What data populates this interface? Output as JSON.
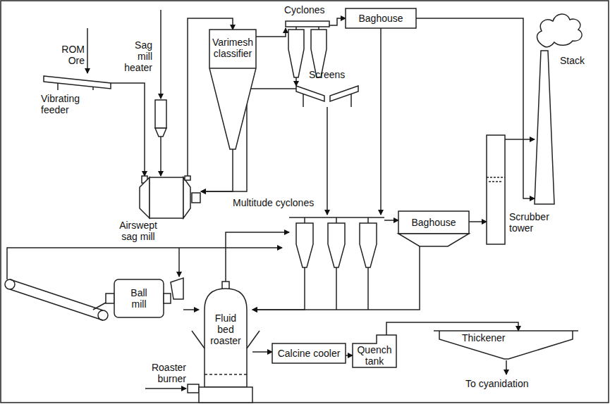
{
  "diagram": {
    "nodes": [
      {
        "text": [
          "Vibrating feeder"
        ]
      },
      {
        "text": [
          "Sag mill heater"
        ]
      },
      {
        "text": [
          "Airswept sag mill"
        ]
      },
      {
        "text": [
          "Varimesh classifier"
        ]
      },
      {
        "text": [
          "Cyclones"
        ]
      },
      {
        "text": [
          "Baghouse"
        ]
      },
      {
        "text": [
          "Stack"
        ]
      },
      {
        "text": [
          "Screens"
        ]
      },
      {
        "text": [
          "Ball mill"
        ]
      },
      {
        "text": [
          "Fluid bed roaster"
        ]
      },
      {
        "text": [
          "Multitude cyclones"
        ]
      },
      {
        "text": [
          "Baghouse"
        ]
      },
      {
        "text": [
          "Scrubber tower"
        ]
      },
      {
        "text": [
          "Calcine cooler"
        ]
      },
      {
        "text": [
          "Quench tank"
        ]
      },
      {
        "text": [
          "Thickener"
        ]
      }
    ],
    "edges": [
      {
        "from": 0,
        "to": 2,
        "arrow": "to"
      },
      {
        "from": 1,
        "to": 2,
        "arrow": "to"
      },
      {
        "from": 2,
        "to": 3,
        "arrow": "to"
      },
      {
        "from": 3,
        "to": 4,
        "arrow": "to"
      },
      {
        "from": 4,
        "to": 5,
        "arrow": "to"
      },
      {
        "from": 5,
        "to": 6,
        "arrow": "to"
      },
      {
        "from": 4,
        "to": 7,
        "arrow": "to"
      },
      {
        "from": 7,
        "to": 2,
        "arrow": "to"
      },
      {
        "from": 3,
        "to": 2,
        "arrow": "to"
      },
      {
        "from": 7,
        "to": 10,
        "arrow": "to"
      },
      {
        "from": 5,
        "to": 10,
        "arrow": "to"
      },
      {
        "from": 9,
        "to": 10,
        "arrow": "to"
      },
      {
        "from": 10,
        "to": 11,
        "arrow": "to"
      },
      {
        "from": 11,
        "to": 12,
        "arrow": "to"
      },
      {
        "from": 12,
        "to": 6,
        "arrow": "to"
      },
      {
        "from": 10,
        "to": 9,
        "arrow": "to"
      },
      {
        "from": 11,
        "to": 9,
        "arrow": "to"
      },
      {
        "from": 8,
        "to": 9,
        "arrow": "to"
      },
      {
        "from": 9,
        "to": 13,
        "arrow": "to"
      },
      {
        "from": 13,
        "to": 14,
        "arrow": "to"
      },
      {
        "from": 14,
        "to": 15,
        "arrow": "to"
      }
    ],
    "labels": [
      "ROM Ore",
      "Roaster burner",
      "To cyanidation"
    ]
  }
}
